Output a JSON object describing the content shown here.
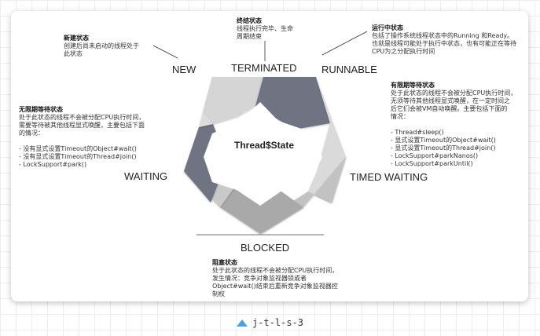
{
  "center_label": "Thread$State",
  "states": {
    "new": "NEW",
    "terminated": "TERMINATED",
    "runnable": "RUNNABLE",
    "waiting": "WAITING",
    "timed_waiting": "TIMED WAITING",
    "blocked": "BLOCKED"
  },
  "descriptions": {
    "new": {
      "title": "新建状态",
      "lines": [
        "创建后尚未启动的线程处于",
        "此状态"
      ]
    },
    "terminated": {
      "title": "终结状态",
      "lines": [
        "线程执行完毕、生命",
        "周期结束"
      ]
    },
    "runnable": {
      "title": "运行中状态",
      "lines": [
        "包括了操作系统线程状态中的Running 和Ready。",
        "也就是线程可能处于执行中状态，也有可能正在等待",
        "CPU为之分配执行时间"
      ]
    },
    "waiting": {
      "title": "无限期等待状态",
      "lines": [
        "处于此状态的线程不会被分配CPU执行时间，",
        "需要等待被其他线程显式唤醒，主要包括下面",
        "的情况：",
        "",
        "- 没有显式设置Timeout的Object#wait()",
        "- 没有显式设置Timeout的Thread#join()",
        "- LockSupport#park()"
      ]
    },
    "timed_waiting": {
      "title": "有限期等待状态",
      "lines": [
        "处于此状态的线程不会被分配CPU执行时间，",
        "无须等待其他线程显式唤醒，在一定时间之",
        "后它们会被VM自动唤醒。主要包括下面的",
        "情况：",
        "",
        "- Thread#sleep()",
        "- 显式设置Timeout的Object#wait()",
        "- 显式设置Timeout的Thread#join()",
        "- LockSupport#parkNanos()",
        "- LockSupport#parkUntil()"
      ]
    },
    "blocked": {
      "title": "阻塞状态",
      "lines": [
        "处于此状态的线程不会被分配CPU执行时间，",
        "发生情况：竞争对象监视器锁或者",
        "Object#wait()结束后重新竞争对象监视器控",
        "制权"
      ]
    }
  },
  "footer": "j-t-l-s-3",
  "colors": {
    "dark_segment": "#6f7382",
    "light_segment": "#d5d5d5",
    "mid_segment": "#a9a9a9",
    "footer_triangle": "#4a9fe6"
  }
}
